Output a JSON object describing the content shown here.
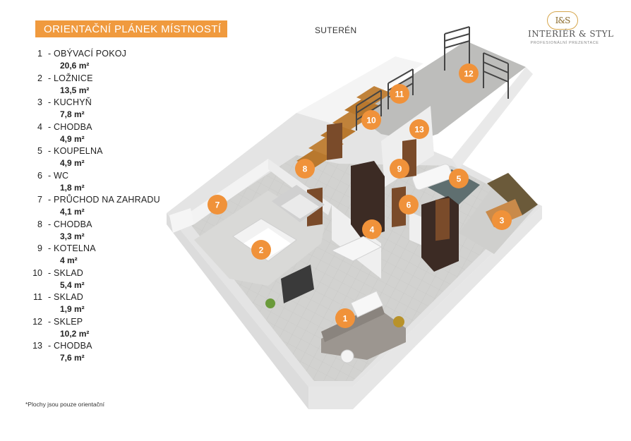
{
  "header": {
    "title": "ORIENTAČNÍ PLÁNEK MÍSTNOSTÍ",
    "floor": "SUTERÉN"
  },
  "logo": {
    "monogram": "I&S",
    "name": "INTERIÉR & STYL",
    "tagline": "PROFESIONÁLNÍ PREZENTACE"
  },
  "legend": [
    {
      "num": "1",
      "name": "- OBÝVACÍ POKOJ",
      "area": "20,6 m²"
    },
    {
      "num": "2",
      "name": "- LOŽNICE",
      "area": "13,5 m²"
    },
    {
      "num": "3",
      "name": "- KUCHYŇ",
      "area": "7,8 m²"
    },
    {
      "num": "4",
      "name": "- CHODBA",
      "area": "4,9 m²"
    },
    {
      "num": "5",
      "name": "- KOUPELNA",
      "area": "4,9 m²"
    },
    {
      "num": "6",
      "name": "- WC",
      "area": "1,8 m²"
    },
    {
      "num": "7",
      "name": "- PRŮCHOD NA ZAHRADU",
      "area": "4,1 m²"
    },
    {
      "num": "8",
      "name": "- CHODBA",
      "area": "3,3 m²"
    },
    {
      "num": "9",
      "name": "- KOTELNA",
      "area": "4 m²"
    },
    {
      "num": "10",
      "name": "- SKLAD",
      "area": "5,4 m²"
    },
    {
      "num": "11",
      "name": "- SKLAD",
      "area": "1,9 m²"
    },
    {
      "num": "12",
      "name": "- SKLEP",
      "area": "10,2 m²"
    },
    {
      "num": "13",
      "name": "- CHODBA",
      "area": "7,6 m²"
    }
  ],
  "markers": [
    "1",
    "2",
    "3",
    "4",
    "5",
    "6",
    "7",
    "8",
    "9",
    "10",
    "11",
    "12",
    "13"
  ],
  "footnote": "*Plochy jsou pouze orientační",
  "colors": {
    "accent": "#f09a3e",
    "marker": "#f0923a",
    "wall": "#f2f2f2",
    "floor": "#cfcfcd",
    "stairs": "#b8782e"
  }
}
